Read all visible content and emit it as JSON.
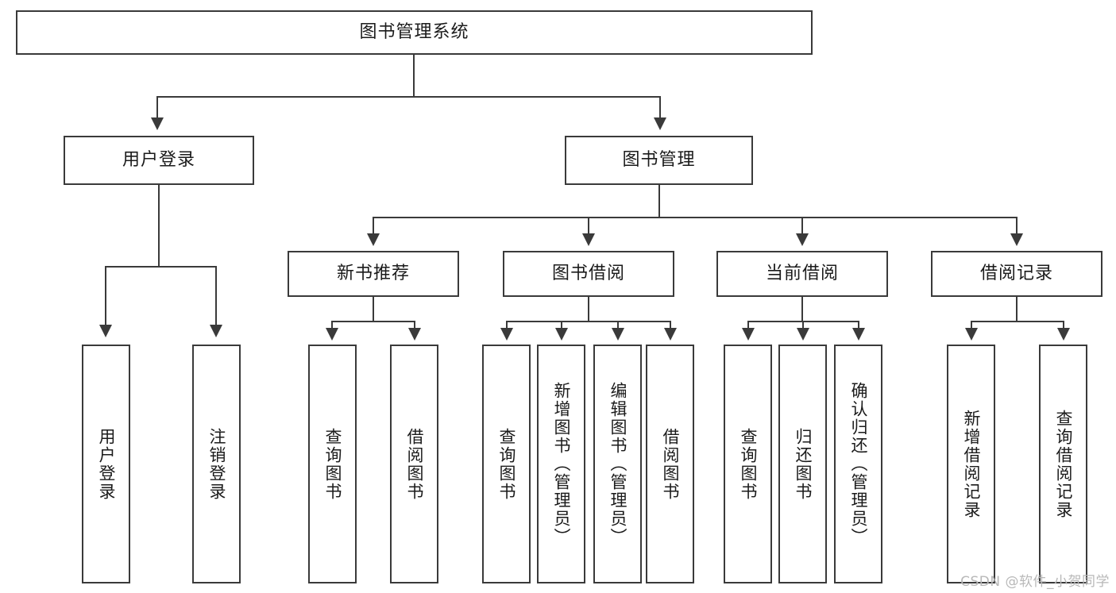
{
  "diagram": {
    "title": "图书管理系统",
    "type": "hierarchy-tree",
    "watermark": "CSDN @软件_小贺同学",
    "root": {
      "label": "图书管理系统"
    },
    "level2": [
      {
        "label": "用户登录"
      },
      {
        "label": "图书管理"
      }
    ],
    "level3": [
      {
        "label": "新书推荐"
      },
      {
        "label": "图书借阅"
      },
      {
        "label": "当前借阅"
      },
      {
        "label": "借阅记录"
      }
    ],
    "leaves": {
      "user_login": [
        {
          "label": "用户登录"
        },
        {
          "label": "注销登录"
        }
      ],
      "new_book_recommend": [
        {
          "label": "查询图书"
        },
        {
          "label": "借阅图书"
        }
      ],
      "book_borrow": [
        {
          "label": "查询图书"
        },
        {
          "label": "新增图书（管理员）"
        },
        {
          "label": "编辑图书（管理员）"
        },
        {
          "label": "借阅图书"
        }
      ],
      "current_borrow": [
        {
          "label": "查询图书"
        },
        {
          "label": "归还图书"
        },
        {
          "label": "确认归还（管理员）"
        }
      ],
      "borrow_record": [
        {
          "label": "新增借阅记录"
        },
        {
          "label": "查询借阅记录"
        }
      ]
    },
    "colors": {
      "stroke": "#3a3a3a",
      "background": "#ffffff",
      "text": "#1b1b1b",
      "watermark": "#b8b8b8"
    }
  }
}
